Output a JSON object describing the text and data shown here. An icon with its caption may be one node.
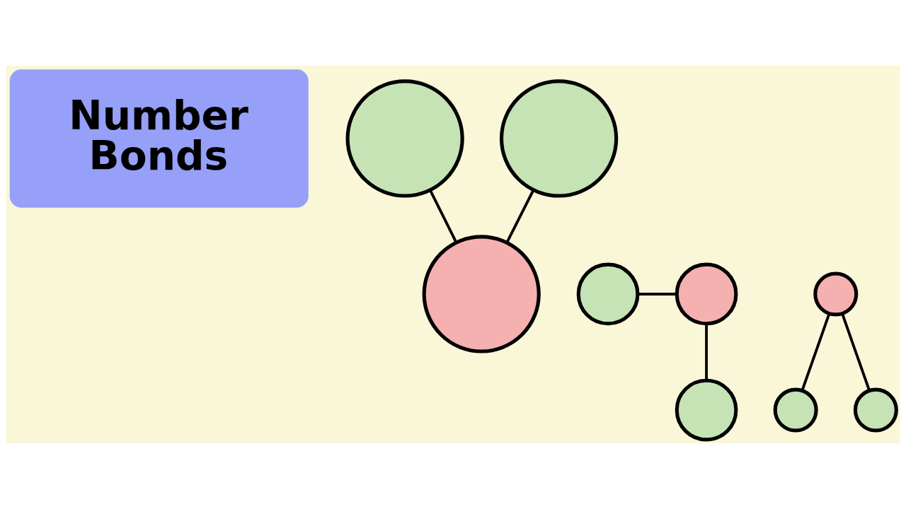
{
  "diagram": {
    "nodes": [
      {
        "text": [
          "Number Bonds"
        ]
      },
      {
        "text": [],
        "shape": "circle"
      },
      {
        "text": [],
        "shape": "circle"
      },
      {
        "text": [],
        "shape": "circle"
      },
      {
        "text": [],
        "shape": "circle"
      },
      {
        "text": [],
        "shape": "circle"
      },
      {
        "text": [],
        "shape": "circle"
      },
      {
        "text": [],
        "shape": "circle"
      },
      {
        "text": [],
        "shape": "circle"
      },
      {
        "text": [],
        "shape": "circle"
      }
    ],
    "edges": [
      {
        "from": 1,
        "to": 3,
        "arrow": "none"
      },
      {
        "from": 2,
        "to": 3,
        "arrow": "none"
      },
      {
        "from": 4,
        "to": 5,
        "arrow": "none"
      },
      {
        "from": 5,
        "to": 6,
        "arrow": "none"
      },
      {
        "from": 7,
        "to": 8,
        "arrow": "none"
      },
      {
        "from": 7,
        "to": 9,
        "arrow": "none"
      }
    ]
  }
}
